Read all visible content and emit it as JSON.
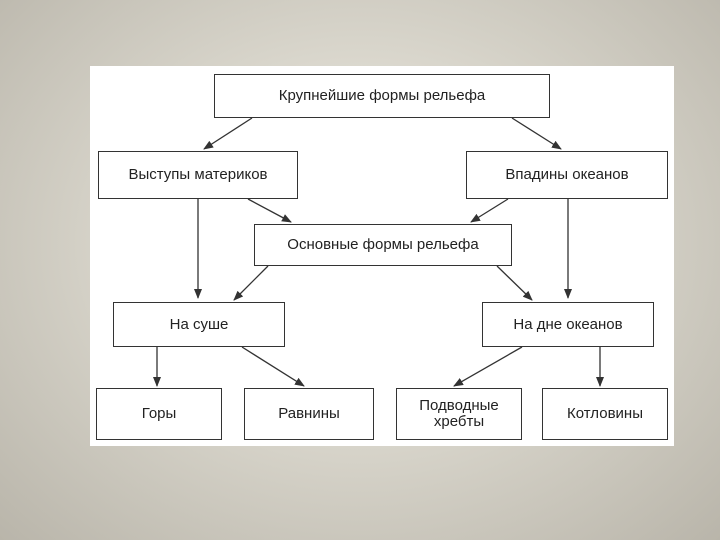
{
  "diagram": {
    "root": "Крупнейшие формы рельефа",
    "left_top": "Выступы материков",
    "right_top": "Впадины океанов",
    "middle": "Основные формы рельефа",
    "land": "На суше",
    "ocean_floor": "На дне океанов",
    "leaf_mountains": "Горы",
    "leaf_plains": "Равнины",
    "leaf_ridges_line1": "Подводные",
    "leaf_ridges_line2": "хребты",
    "leaf_basins": "Котловины"
  }
}
